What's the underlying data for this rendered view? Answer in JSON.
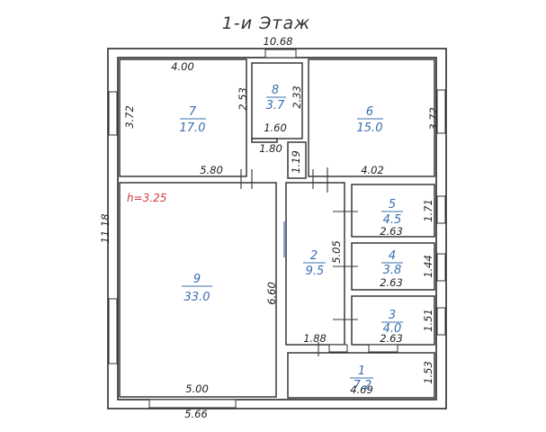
{
  "plan": {
    "title": "1-и Этаж",
    "height_label": "h=3.25",
    "dimensions": {
      "total_width_top": "10.68",
      "total_height_left": "11.18",
      "r7_width": "4.00",
      "r7_height": "3.72",
      "r8_height_a": "2.53",
      "r8_height_b": "2.33",
      "r8_width_a": "1.60",
      "r8_width_b": "1.80",
      "corridor_jog": "1.19",
      "r6_height": "3.72",
      "r7_bottom": "5.80",
      "r6_bottom": "4.02",
      "r5_height": "1.71",
      "r5_width": "2.63",
      "r2_height": "5.05",
      "r4_height": "1.44",
      "r4_width": "2.63",
      "r9_height": "6.60",
      "r3_height": "1.51",
      "r3_width": "2.63",
      "r2_bottom": "1.88",
      "r9_bottom": "5.00",
      "r1_height": "1.53",
      "r1_width": "4.69",
      "total_width_bottom": "5.66"
    },
    "rooms": [
      {
        "number": "7",
        "area": "17.0"
      },
      {
        "number": "8",
        "area": "3.7"
      },
      {
        "number": "6",
        "area": "15.0"
      },
      {
        "number": "5",
        "area": "4.5"
      },
      {
        "number": "4",
        "area": "3.8"
      },
      {
        "number": "3",
        "area": "4.0"
      },
      {
        "number": "2",
        "area": "9.5"
      },
      {
        "number": "9",
        "area": "33.0"
      },
      {
        "number": "1",
        "area": "7.2"
      }
    ]
  }
}
